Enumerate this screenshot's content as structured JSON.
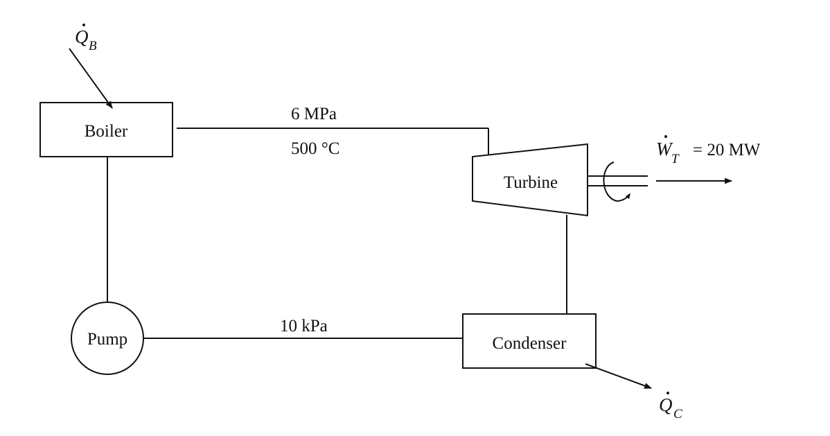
{
  "components": {
    "boiler": "Boiler",
    "turbine": "Turbine",
    "pump": "Pump",
    "condenser": "Condenser"
  },
  "states": {
    "boiler_exit_pressure": "6 MPa",
    "boiler_exit_temperature": "500 °C",
    "condenser_pressure": "10 kPa"
  },
  "energy_flows": {
    "heat_in": {
      "symbol": "Q",
      "subscript": "B"
    },
    "heat_out": {
      "symbol": "Q",
      "subscript": "C"
    },
    "work_out": {
      "symbol": "W",
      "subscript": "T",
      "value": "= 20 MW"
    }
  }
}
